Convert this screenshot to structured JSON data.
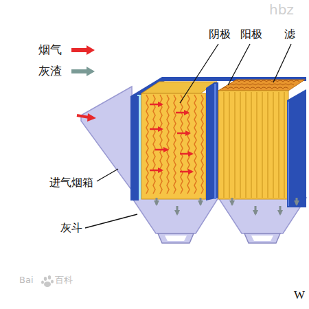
{
  "diagram": {
    "labels": [
      "阴极",
      "阳极",
      "滤",
      "进气烟箱",
      "灰斗",
      "W",
      "hbz",
      "Bai",
      "百科"
    ],
    "legend": [
      {
        "text": "烟气"
      },
      {
        "text": "灰渣"
      }
    ]
  }
}
